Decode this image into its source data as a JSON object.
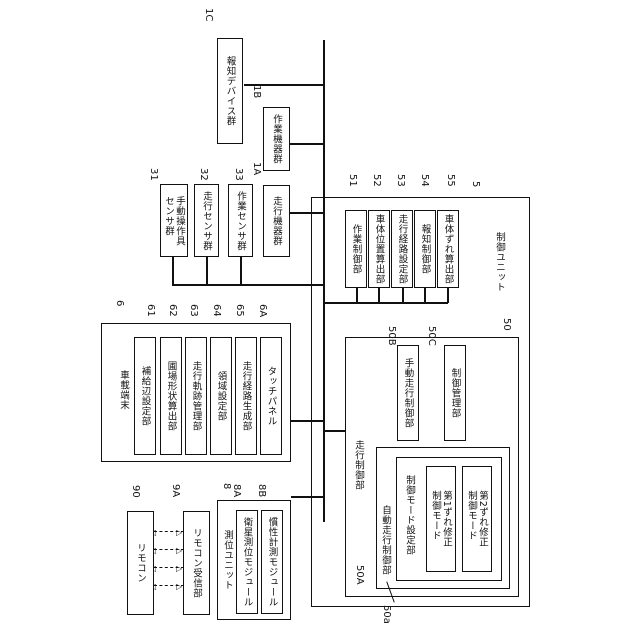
{
  "refs": {
    "r1c": "1C",
    "r1b": "1B",
    "r1a": "1A",
    "r31": "31",
    "r32": "32",
    "r33": "33",
    "r51": "51",
    "r52": "52",
    "r53": "53",
    "r54": "54",
    "r55": "55",
    "r5": "5",
    "r6": "6",
    "r61": "61",
    "r62": "62",
    "r63": "63",
    "r64": "64",
    "r65": "65",
    "r6a": "6A",
    "r50": "50",
    "r50b": "50B",
    "r50c": "50C",
    "r50a": "50A",
    "r50a_small": "50a",
    "r90": "90",
    "r9a": "9A",
    "r8": "8",
    "r8a": "8A",
    "r8b": "8B"
  },
  "labels": {
    "notify_devices": "報知デバイス群",
    "work_equipment": "作業機器群",
    "travel_equipment": "走行機器群",
    "manual_sensor": "手動操作具\nセンサ群",
    "travel_sensor": "走行センサ群",
    "work_sensor": "作業センサ群",
    "control_unit": "制御ユニット",
    "work_control": "作業制御部",
    "vehicle_position": "車体位置算出部",
    "route_setting": "走行経路設定部",
    "notify_control": "報知制御部",
    "vehicle_offset": "車体ずれ算出部",
    "onboard_terminal": "車載端末",
    "boundary_setting": "補給辺設定部",
    "field_shape": "圃場形状算出部",
    "track_management": "走行軌跡管理部",
    "area_setting": "領域設定部",
    "route_generation": "走行経路生成部",
    "touch_panel": "タッチパネル",
    "travel_control": "走行制御部",
    "manual_travel": "手動走行制御部",
    "control_management": "制御管理部",
    "auto_travel": "自動走行制御部",
    "mode_setting": "制御モード設定部",
    "first_mode": "第1ずれ修正\n制御モード",
    "second_mode": "第2ずれ修正\n制御モード",
    "remote": "リモコン",
    "remote_receiver": "リモコン受信部",
    "positioning_unit": "測位ユニット",
    "satellite_module": "衛星測位モジュール",
    "inertial_module": "慣性計測モジュール"
  }
}
